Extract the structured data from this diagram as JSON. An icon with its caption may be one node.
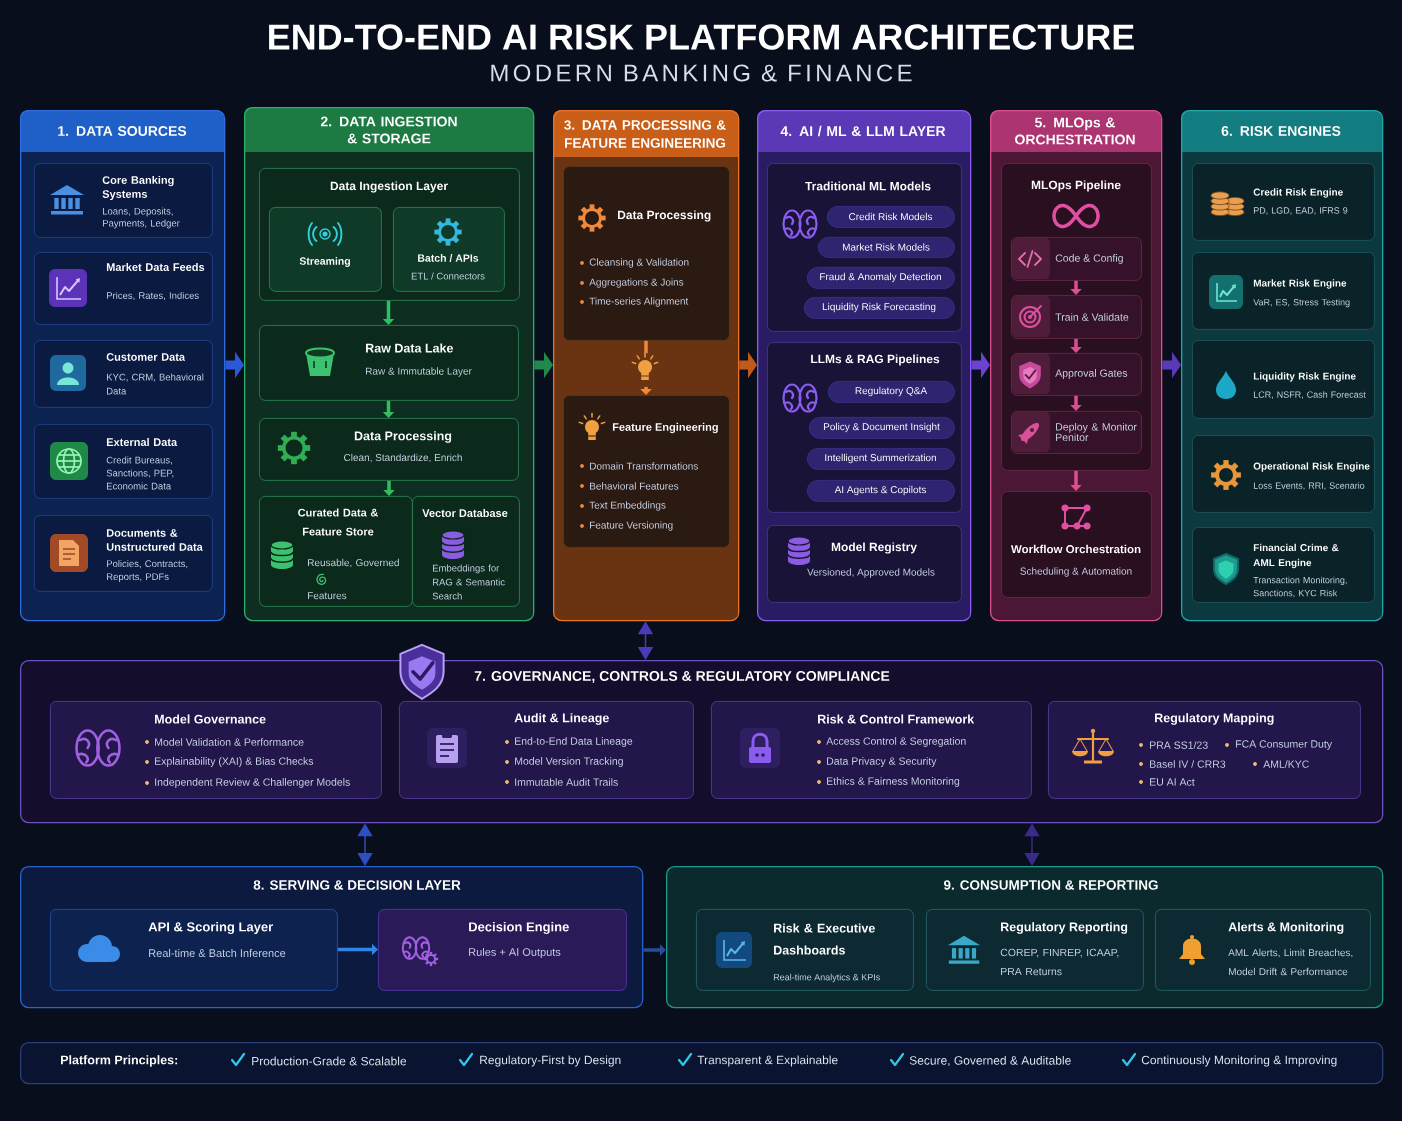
{
  "diagram": {
    "title": "END-TO-END AI RISK PLATFORM ARCHITECTURE",
    "nodes": [
      {
        "text": [
          "1. DATA SOURCES"
        ]
      },
      {
        "text": [
          "Core Banking Systems",
          "Loans, Deposits, Payments, Ledger"
        ],
        "in": 0
      },
      {
        "text": [
          "Market Data Feeds",
          "Prices, Rates, Indices"
        ],
        "in": 0
      },
      {
        "text": [
          "Customer Data",
          "KYC, CRM, Behavioral Data"
        ],
        "in": 0
      },
      {
        "text": [
          "External Data",
          "Credit Bureaus, Sanctions, PEP, Economic Data"
        ],
        "in": 0
      },
      {
        "text": [
          "Documents & Unstructured Data",
          "Policies, Contracts, Reports, PDFs"
        ],
        "in": 0
      },
      {
        "text": [
          "2. DATA INGESTION & STORAGE"
        ]
      },
      {
        "text": [
          "Data Ingestion Layer"
        ],
        "in": 6
      },
      {
        "text": [
          "Streaming"
        ],
        "in": 7
      },
      {
        "text": [
          "Batch / APIs",
          "ETL / Connectors"
        ],
        "in": 7
      },
      {
        "text": [
          "Raw Data Lake",
          "Raw & Immutable Layer"
        ],
        "in": 6
      },
      {
        "text": [
          "Data Processing",
          "Clean, Standardize, Enrich"
        ],
        "in": 6
      },
      {
        "text": [
          "Curated Data & Feature Store",
          "Reusable, Governed Features"
        ],
        "in": 6
      },
      {
        "text": [
          "Vector Database",
          "Embeddings for RAG & Semantic Search"
        ],
        "in": 6
      },
      {
        "text": [
          "3. DATA PROCESSING & FEATURE ENGINEERING"
        ]
      },
      {
        "text": [
          "Data Processing",
          "Cleansing & Validation",
          "Aggregations & Joins",
          "Time-series Alignment"
        ],
        "in": 14
      },
      {
        "text": [
          "Feature Engineering",
          "Domain Transformations",
          "Behavioral Features",
          "Text Embeddings",
          "Feature Versioning"
        ],
        "in": 14
      },
      {
        "text": [
          "4. AI / ML & LLM LAYER"
        ]
      },
      {
        "text": [
          "Traditional ML Models"
        ],
        "in": 17
      },
      {
        "text": [
          "Credit Risk Models"
        ],
        "in": 18
      },
      {
        "text": [
          "Market Risk Models"
        ],
        "in": 18
      },
      {
        "text": [
          "Fraud & Anomaly Detection"
        ],
        "in": 18
      },
      {
        "text": [
          "Liquidity Risk Forecasting"
        ],
        "in": 18
      },
      {
        "text": [
          "LLMs & RAG Pipelines"
        ],
        "in": 17
      },
      {
        "text": [
          "Regulatory Q&A"
        ],
        "in": 23
      },
      {
        "text": [
          "Policy & Document Insight"
        ],
        "in": 23
      },
      {
        "text": [
          "Intelligent Summerization"
        ],
        "in": 23
      },
      {
        "text": [
          "AI Agents & Copilots"
        ],
        "in": 23
      },
      {
        "text": [
          "Model Registry",
          "Versioned, Approved Models"
        ],
        "in": 17
      },
      {
        "text": [
          "5. MLOps & ORCHESTRATION"
        ]
      },
      {
        "text": [
          "MLOps Pipeline"
        ],
        "in": 29
      },
      {
        "text": [
          "Code & Config"
        ],
        "in": 30
      },
      {
        "text": [
          "Train & Validate"
        ],
        "in": 30
      },
      {
        "text": [
          "Approval Gates"
        ],
        "in": 30
      },
      {
        "text": [
          "Deploy & Monitor Penitor"
        ],
        "in": 30
      },
      {
        "text": [
          "Workflow Orchestration",
          "Scheduling & Automation"
        ],
        "in": 29
      },
      {
        "text": [
          "6. RISK ENGINES"
        ]
      },
      {
        "text": [
          "Credit Risk Engine",
          "PD, LGD, EAD, IFRS 9"
        ],
        "in": 36
      },
      {
        "text": [
          "Market Risk Engine",
          "VaR, ES, Stress Testing"
        ],
        "in": 36
      },
      {
        "text": [
          "Liquidity Risk Engine",
          "LCR, NSFR, Cash Forecast"
        ],
        "in": 36
      },
      {
        "text": [
          "Operational Risk Engine",
          "Loss Events, RRI, Scenario"
        ],
        "in": 36
      },
      {
        "text": [
          "Financial Crime & AML Engine",
          "Transaction Monitoring, Sanctions, KYC Risk"
        ],
        "in": 36
      },
      {
        "text": [
          "7. GOVERNANCE, CONTROLS & REGULATORY COMPLIANCE"
        ]
      },
      {
        "text": [
          "Model Governance",
          "Model Validation & Performance",
          "Explainability (XAI) & Bias Checks",
          "Independent Review & Challenger Models"
        ],
        "in": 42
      },
      {
        "text": [
          "Audit & Lineage",
          "End-to-End Data Lineage",
          "Model Version Tracking",
          "Immutable Audit Trails"
        ],
        "in": 42
      },
      {
        "text": [
          "Risk & Control Framework",
          "Access Control & Segregation",
          "Data Privacy & Security",
          "Ethics & Fairness Monitoring"
        ],
        "in": 42
      },
      {
        "text": [
          "Regulatory Mapping",
          "PRA SS1/23",
          "FCA Consumer Duty",
          "Basel IV / CRR3",
          "AML/KYC",
          "EU AI Act"
        ],
        "in": 42
      },
      {
        "text": [
          "8. SERVING & DECISION LAYER"
        ]
      },
      {
        "text": [
          "API & Scoring Layer",
          "Real-time & Batch Inference"
        ],
        "in": 47
      },
      {
        "text": [
          "Decision Engine",
          "Rules + AI Outputs"
        ],
        "in": 47
      },
      {
        "text": [
          "9. CONSUMPTION & REPORTING"
        ]
      },
      {
        "text": [
          "Risk & Executive Dashboards",
          "Real-time Analytics & KPIs"
        ],
        "in": 50
      },
      {
        "text": [
          "Regulatory Reporting",
          "COREP, FINREP, ICAAP, PRA Returns"
        ],
        "in": 50
      },
      {
        "text": [
          "Alerts & Monitoring",
          "AML Alerts, Limit Breaches, Model Drift & Performance"
        ],
        "in": 50
      },
      {
        "text": [
          "Platform Principles:",
          "Production-Grade & Scalable",
          "Regulatory-First by Design",
          "Transparent & Explainable",
          "Secure, Governed & Auditable",
          "Continuously Monitoring & Improving"
        ]
      }
    ],
    "edges": [
      {
        "from": 0,
        "to": 6,
        "arrow": "to",
        "style": "thick",
        "color": "#2a5ad8"
      },
      {
        "from": 6,
        "to": 14,
        "arrow": "to",
        "style": "thick",
        "color": "#1f8a4c"
      },
      {
        "from": 14,
        "to": 17,
        "arrow": "to",
        "style": "thick",
        "color": "#c25a1a"
      },
      {
        "from": 17,
        "to": 29,
        "arrow": "to",
        "style": "thick",
        "color": "#6a44d0"
      },
      {
        "from": 29,
        "to": 36,
        "arrow": "to",
        "style": "thick",
        "color": "#5a3ab8"
      },
      {
        "from": 7,
        "to": 10,
        "arrow": "to",
        "color": "#2fbf5f"
      },
      {
        "from": 10,
        "to": 11,
        "arrow": "to",
        "color": "#2fbf5f"
      },
      {
        "from": 11,
        "to": 12,
        "arrow": "to",
        "color": "#2fbf5f"
      },
      {
        "from": 15,
        "to": 16,
        "arrow": "to",
        "color": "#f08a3a"
      },
      {
        "from": 31,
        "to": 32,
        "arrow": "to",
        "color": "#d9508f"
      },
      {
        "from": 32,
        "to": 33,
        "arrow": "to",
        "color": "#d9508f"
      },
      {
        "from": 33,
        "to": 34,
        "arrow": "to",
        "color": "#d9508f"
      },
      {
        "from": 30,
        "to": 35,
        "arrow": "to",
        "color": "#d9508f"
      },
      {
        "from": 14,
        "to": 42,
        "arrow": "both",
        "color": "#4b3bb8"
      },
      {
        "from": 42,
        "to": 47,
        "arrow": "both",
        "color": "#2d4fc0"
      },
      {
        "from": 42,
        "to": 50,
        "arrow": "both",
        "color": "#3b2a8a"
      },
      {
        "from": 48,
        "to": 49,
        "arrow": "to",
        "color": "#2f86e8"
      },
      {
        "from": 47,
        "to": 50,
        "arrow": "to",
        "color": "#2a4c9a"
      }
    ],
    "labels": [
      "MODERN BANKING & FINANCE"
    ]
  }
}
